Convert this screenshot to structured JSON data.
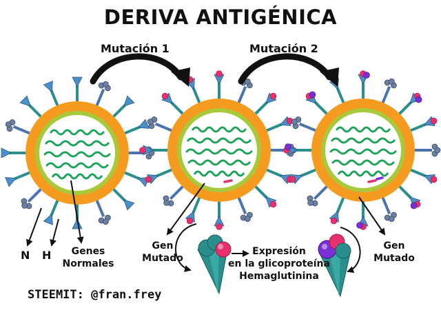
{
  "title": "DERIVA ANTIGÉNICA",
  "mutation_1": "Mutación 1",
  "mutation_2": "Mutación 2",
  "label_n": "N",
  "label_h": "H",
  "genes_normales_line1": "Genes",
  "genes_normales_line2": "Normales",
  "gen_mutado_1_line1": "Gen",
  "gen_mutado_1_line2": "Mutado",
  "expresion_line1": "Expresión",
  "expresion_line2": "en la glicoproteína",
  "expresion_line3": "Hemaglutinina",
  "gen_mutado_2_line1": "Gen",
  "gen_mutado_2_line2": "Mutado",
  "credit": "STEEMIT: @fran.frey",
  "colors": {
    "envelope_orange": "#f59b1f",
    "membrane_green": "#a8c93a",
    "rna_green": "#1fa35c",
    "spike_teal": "#2a8f8c",
    "na_blue": "#4a73b0",
    "mutation_pink": "#e8306e",
    "mutation_purple": "#7b2fd6"
  }
}
